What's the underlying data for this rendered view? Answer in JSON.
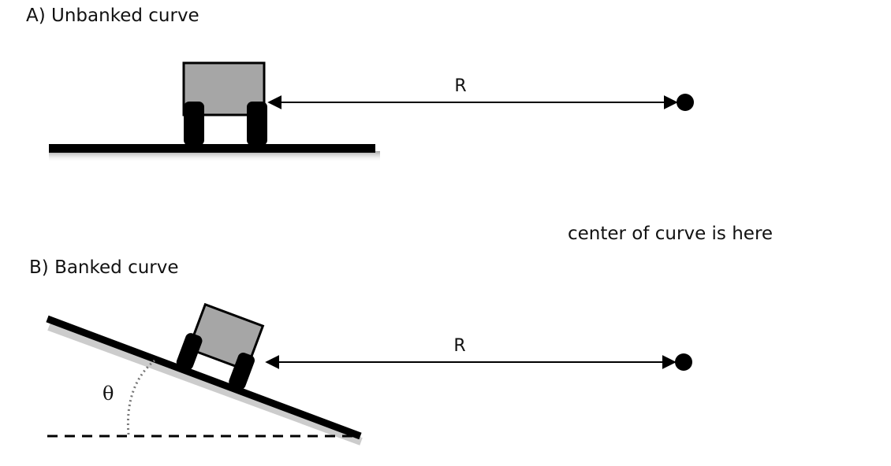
{
  "panel_a": {
    "title": "A) Unbanked curve",
    "radius_label": "R"
  },
  "panel_b": {
    "title": "B) Banked curve",
    "radius_label": "R",
    "angle_label": "θ"
  },
  "center_note": "center of curve is here",
  "colors": {
    "car_body": "#a6a6a6",
    "ink": "#000000"
  }
}
